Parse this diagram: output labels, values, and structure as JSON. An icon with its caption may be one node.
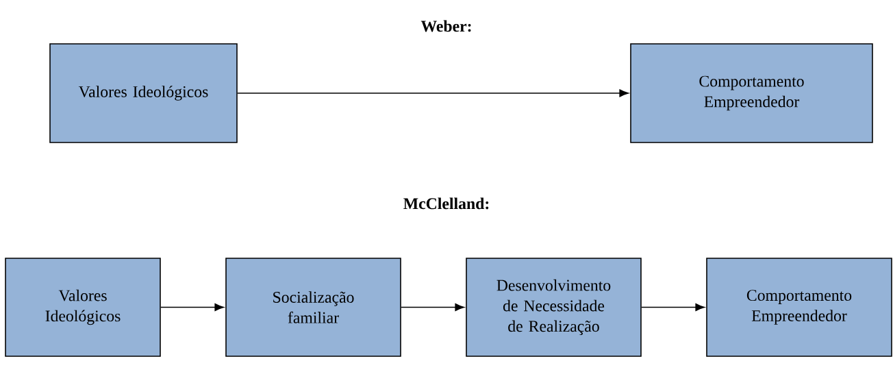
{
  "diagram": {
    "nodes": [
      {
        "text": [
          "Valores Ideológicos"
        ]
      },
      {
        "text": [
          "Comportamento Empreendedor"
        ]
      },
      {
        "text": [
          "Valores Ideológicos"
        ]
      },
      {
        "text": [
          "Socialização familiar"
        ]
      },
      {
        "text": [
          "Desenvolvimento de Necessidade de Realização"
        ]
      },
      {
        "text": [
          "Comportamento Empreendedor"
        ]
      }
    ],
    "edges": [
      {
        "from": 0,
        "to": 1,
        "arrow": "to"
      },
      {
        "from": 2,
        "to": 3,
        "arrow": "to"
      },
      {
        "from": 3,
        "to": 4,
        "arrow": "to"
      },
      {
        "from": 4,
        "to": 5,
        "arrow": "to"
      }
    ],
    "labels": [
      "Weber:",
      "McClelland:"
    ]
  }
}
